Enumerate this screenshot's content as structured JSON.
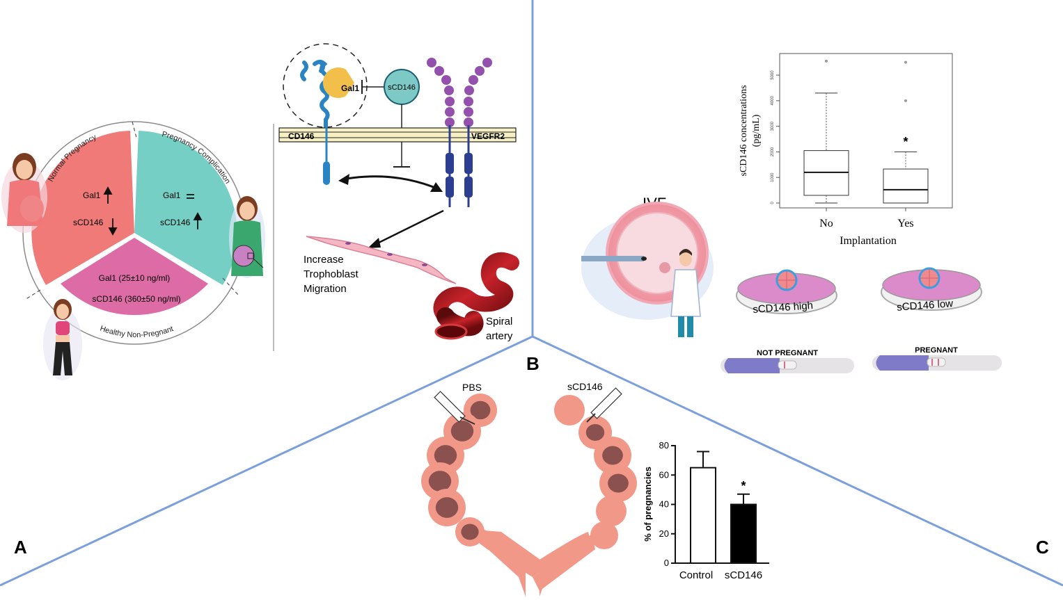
{
  "panels": {
    "a": "A",
    "b": "B",
    "c": "C"
  },
  "pie": {
    "normal": {
      "label": "Normal Pregnancy",
      "gal1": "Gal1",
      "scd146": "sCD146",
      "color": "#F07A78"
    },
    "complication": {
      "label": "Pregnancy Complication",
      "gal1": "Gal1",
      "scd146": "sCD146",
      "color": "#76CFC4"
    },
    "healthy": {
      "label": "Healthy Non-Pregnant",
      "gal1": "Gal1 (25±10 ng/ml)",
      "scd146": "sCD146 (360±50 ng/ml)",
      "color": "#DC6BA6"
    }
  },
  "mechanism": {
    "gal1": "Gal1",
    "scd146": "sCD146",
    "cd146": "CD146",
    "vegfr2": "VEGFR2",
    "migration_lines": [
      "Increase",
      "Trophoblast",
      "Migration"
    ],
    "artery_lines": [
      "Spiral",
      "artery"
    ]
  },
  "ivf": {
    "label": "IVF",
    "dish_high": "sCD146 high",
    "dish_low": "sCD146 low",
    "test_not": "NOT PREGNANT",
    "test_yes": "PREGNANT"
  },
  "mouse": {
    "pbs": "PBS",
    "scd146": "sCD146"
  },
  "chart_data": [
    {
      "type": "box",
      "ylabel": "sCD146 concentrations (pg/mL)",
      "xlabel": "Implantation",
      "categories": [
        "No",
        "Yes"
      ],
      "ylim": [
        0,
        5600
      ],
      "yticks": [
        0,
        1000,
        2000,
        3000,
        4000,
        5000
      ],
      "boxes": [
        {
          "name": "No",
          "min": 0,
          "q1": 300,
          "median": 1200,
          "q3": 2050,
          "max": 4300,
          "outliers": [
            5550
          ]
        },
        {
          "name": "Yes",
          "min": 0,
          "q1": 0,
          "median": 520,
          "q3": 1330,
          "max": 2000,
          "outliers": [
            4000,
            5500
          ]
        }
      ],
      "annotations": [
        "*"
      ]
    },
    {
      "type": "bar",
      "ylabel": "% of pregnancies",
      "categories": [
        "Control",
        "sCD146"
      ],
      "values": [
        65,
        40
      ],
      "errors": [
        11,
        7
      ],
      "ylim": [
        0,
        80
      ],
      "yticks": [
        0,
        20,
        40,
        60,
        80
      ],
      "fills": [
        "#ffffff",
        "#000000"
      ],
      "annotations": [
        "*"
      ]
    }
  ]
}
